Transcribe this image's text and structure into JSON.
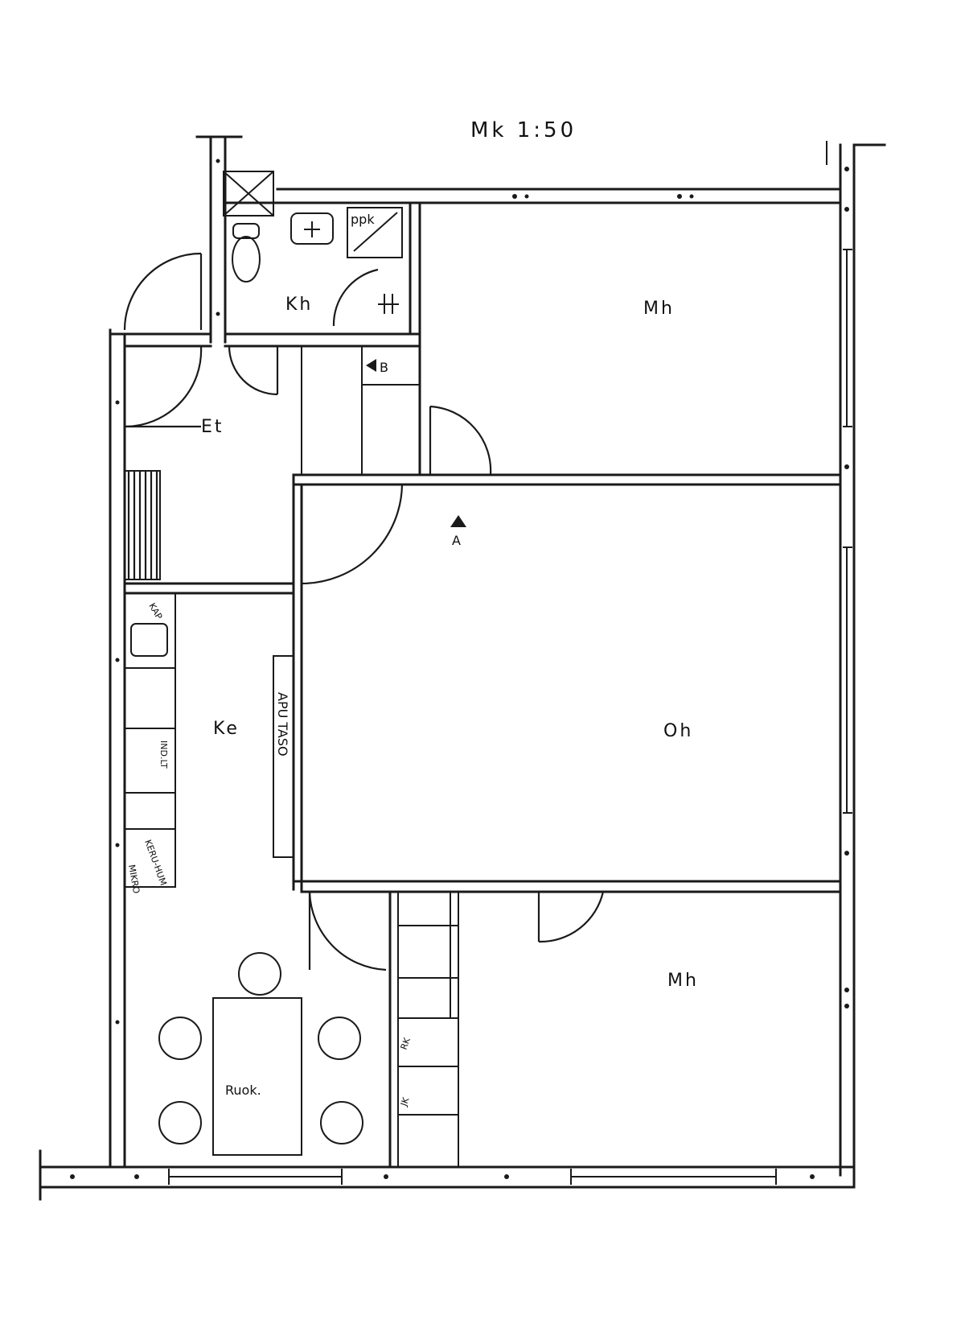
{
  "scale_label": "Mk 1:50",
  "rooms": {
    "bedroom_top": "Mh",
    "bathroom": "Kh",
    "hallway": "Et",
    "kitchen": "Ke",
    "living_room": "Oh",
    "bedroom_bottom": "Mh",
    "dining": "Ruok."
  },
  "fixtures": {
    "ppk": "ppk",
    "marker_b": "B",
    "marker_a": "A",
    "counter": "APU TASO",
    "kitchen_cab_1": "KAP",
    "kitchen_cab_2": "IND.LT",
    "kitchen_cab_3": "KERU-HUM",
    "kitchen_cab_4": "MIKRO",
    "wardrobe_1": "RK",
    "wardrobe_2": "JK"
  }
}
